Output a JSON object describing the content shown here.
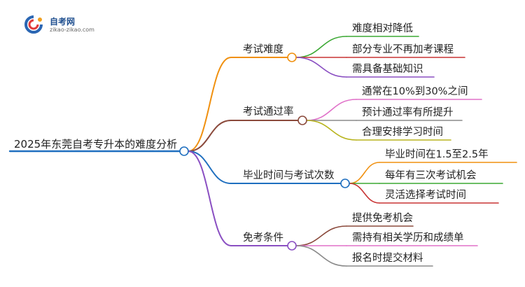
{
  "logo": {
    "title": "自考网",
    "url": "zikao-zikao.com"
  },
  "mindmap": {
    "root": "2025年东莞自考专升本的难度分析",
    "branches": [
      {
        "label": "考试难度",
        "color": "#f0900f",
        "leaves": [
          {
            "label": "难度相对降低",
            "color": "#3aa832"
          },
          {
            "label": "部分专业不再加考课程",
            "color": "#c83434"
          },
          {
            "label": "需具备基础知识",
            "color": "#8a4fc2"
          }
        ]
      },
      {
        "label": "考试通过率",
        "color": "#8b4a3c",
        "leaves": [
          {
            "label": "通常在10%到30%之间",
            "color": "#e070c8"
          },
          {
            "label": "预计通过率有所提升",
            "color": "#8a8a8a"
          },
          {
            "label": "合理安排学习时间",
            "color": "#b8b41e"
          }
        ]
      },
      {
        "label": "毕业时间与考试次数",
        "color": "#1f6fbf",
        "leaves": [
          {
            "label": "毕业时间在1.5至2.5年",
            "color": "#f0900f"
          },
          {
            "label": "每年有三次考试机会",
            "color": "#3aa832"
          },
          {
            "label": "灵活选择考试时间",
            "color": "#c83434"
          }
        ]
      },
      {
        "label": "免考条件",
        "color": "#8a4fc2",
        "leaves": [
          {
            "label": "提供免考机会",
            "color": "#8b4a3c"
          },
          {
            "label": "需持有相关学历和成绩单",
            "color": "#e070c8"
          },
          {
            "label": "报名时提交材料",
            "color": "#8a8a8a"
          }
        ]
      }
    ],
    "root_underline_color": "#1f6fbf"
  }
}
